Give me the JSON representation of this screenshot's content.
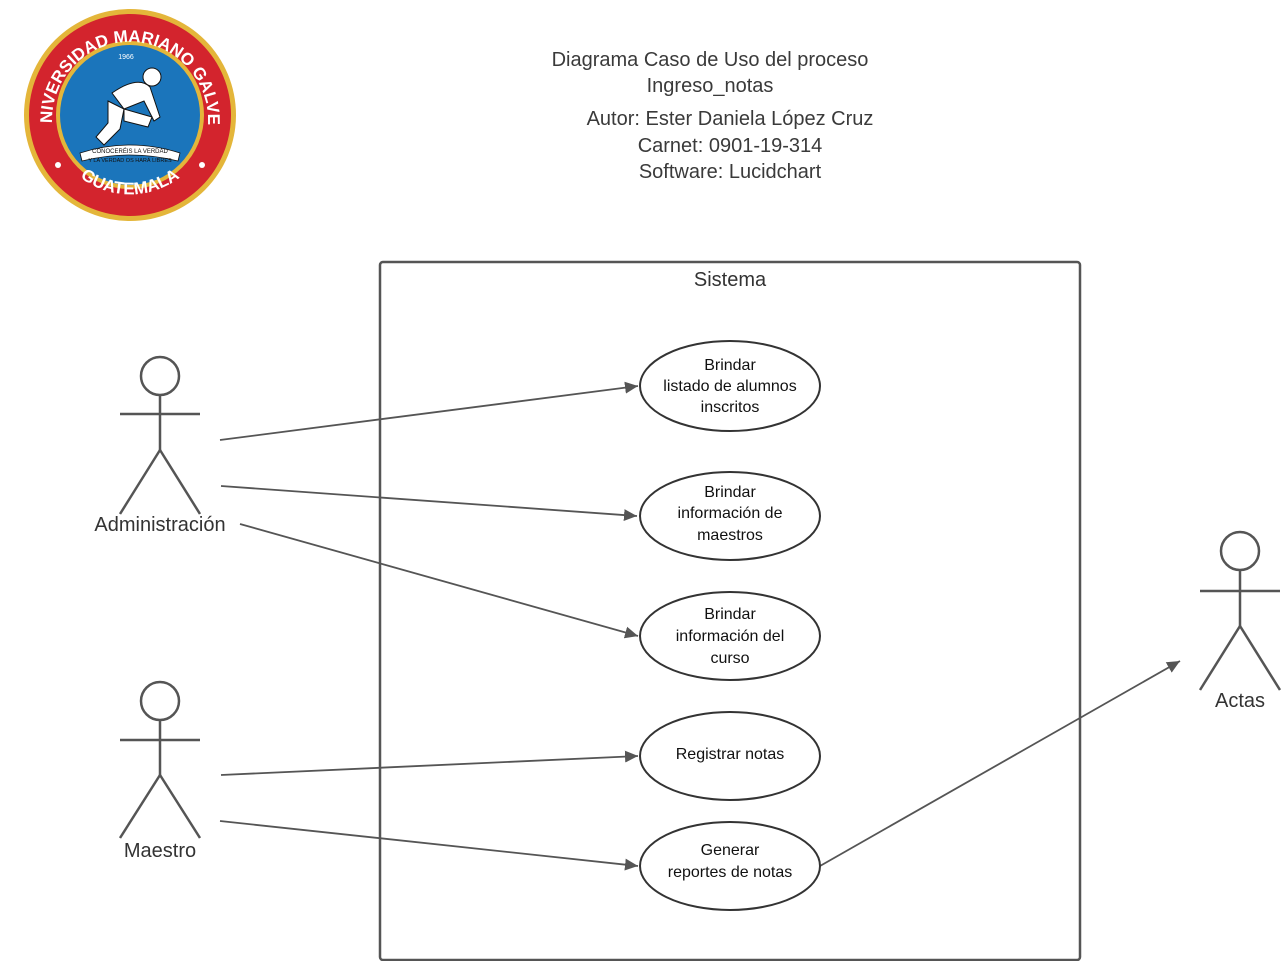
{
  "logo": {
    "text_top": "UNIVERSIDAD MARIANO GALVEZ",
    "text_bottom": "GUATEMALA",
    "year": "1966",
    "motto_1": "CONOCERÉIS LA VERDAD",
    "motto_2": "Y LA VERDAD OS HARÁ LIBRES",
    "colors": {
      "ring": "#d3242d",
      "inner": "#1b75bb",
      "gold": "#e4b63a"
    }
  },
  "header": {
    "title_line1": "Diagrama Caso de Uso del proceso",
    "title_line2": "Ingreso_notas",
    "author": "Autor: Ester Daniela López Cruz",
    "carnet": "Carnet: 0901-19-314",
    "software": "Software: Lucidchart"
  },
  "system": {
    "label": "Sistema"
  },
  "actors": {
    "administracion": "Administración",
    "maestro": "Maestro",
    "actas": "Actas"
  },
  "use_cases": {
    "uc1": [
      "Brindar",
      "listado de alumnos",
      "inscritos"
    ],
    "uc2": [
      "Brindar",
      "información de",
      "maestros"
    ],
    "uc3": [
      "Brindar",
      "información del",
      "curso"
    ],
    "uc4": [
      "Registrar notas"
    ],
    "uc5": [
      "Generar",
      "reportes de notas"
    ]
  },
  "colors": {
    "line": "#555555",
    "text": "#333333"
  }
}
